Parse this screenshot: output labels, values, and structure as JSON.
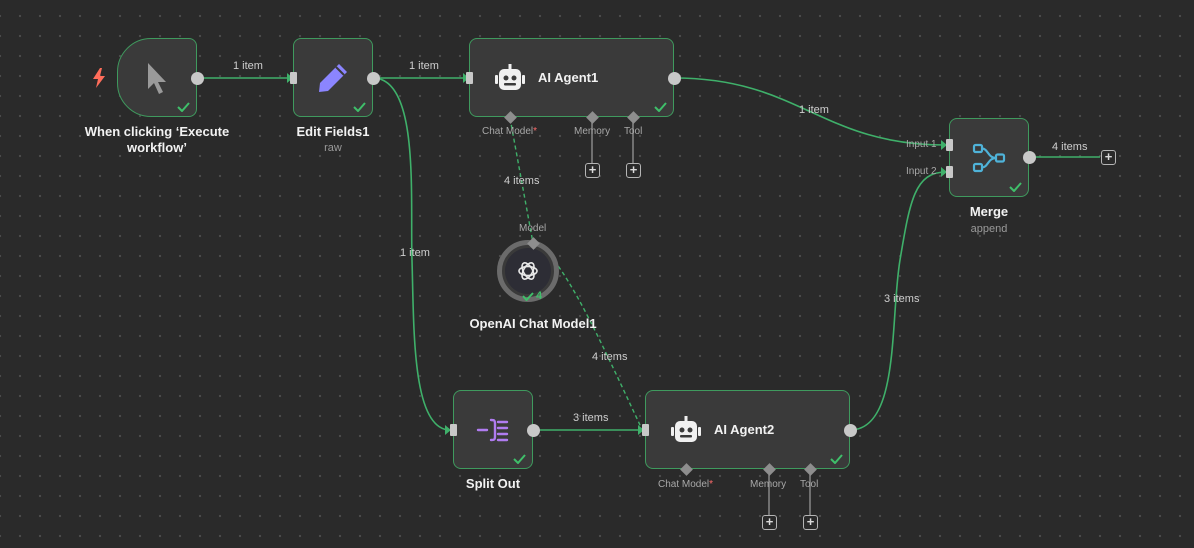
{
  "nodes": {
    "trigger": {
      "title_line1": "When clicking ‘Execute",
      "title_line2": "workflow’",
      "icon": "cursor-icon"
    },
    "edit_fields": {
      "title": "Edit Fields1",
      "subtitle": "raw",
      "icon": "pencil-icon"
    },
    "agent1": {
      "title": "AI Agent1",
      "icon": "robot-icon",
      "ports": {
        "chat_model": "Chat Model",
        "memory": "Memory",
        "tool": "Tool"
      }
    },
    "agent2": {
      "title": "AI Agent2",
      "icon": "robot-icon",
      "ports": {
        "chat_model": "Chat Model",
        "memory": "Memory",
        "tool": "Tool"
      }
    },
    "openai": {
      "title": "OpenAI Chat Model1",
      "port": "Model",
      "run_count": "4",
      "icon": "openai-icon"
    },
    "split_out": {
      "title": "Split Out",
      "icon": "split-out-icon"
    },
    "merge": {
      "title": "Merge",
      "subtitle": "append",
      "input1": "Input 1",
      "input2": "Input 2",
      "icon": "merge-icon"
    }
  },
  "edges": {
    "trigger_edit": "1 item",
    "edit_agent1": "1 item",
    "agent1_merge": "1 item",
    "edit_split": "1 item",
    "split_agent2": "3 items",
    "agent2_merge": "3 items",
    "merge_out": "4 items",
    "openai_agent1": "4 items",
    "openai_agent2": "4 items"
  },
  "colors": {
    "success": "#3fbf6a",
    "node_border": "#3f9a5e",
    "trigger": "#ff6d5a",
    "required": "#ff6b6b"
  }
}
